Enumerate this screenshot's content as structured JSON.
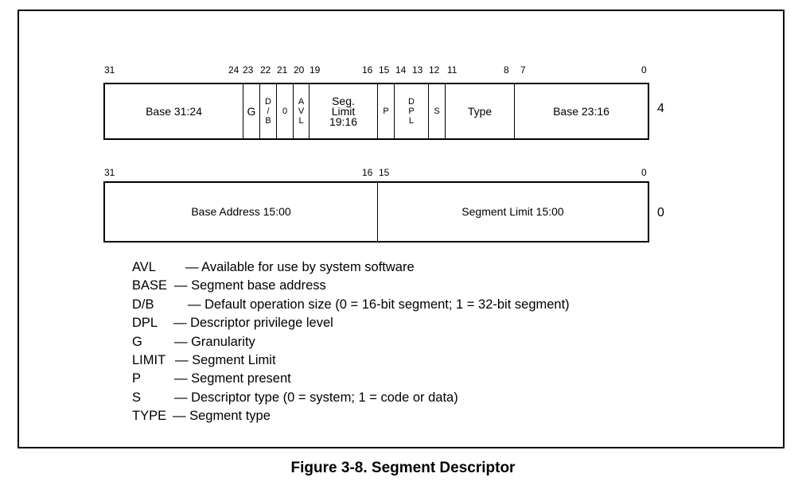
{
  "row1": {
    "bits": {
      "b31": "31",
      "b24": "24",
      "b23": "23",
      "b22": "22",
      "b21": "21",
      "b20": "20",
      "b19": "19",
      "b16": "16",
      "b15": "15",
      "b14": "14",
      "b13": "13",
      "b12": "12",
      "b11": "11",
      "b8": "8",
      "b7": "7",
      "b0": "0"
    },
    "fields": {
      "base_31_24": "Base 31:24",
      "g": "G",
      "db": [
        "D",
        "/",
        "B"
      ],
      "zero": "0",
      "avl": [
        "A",
        "V",
        "L"
      ],
      "seg_limit": [
        "Seg.",
        "Limit",
        "19:16"
      ],
      "p": "P",
      "dpl": [
        "D",
        "P",
        "L"
      ],
      "s": "S",
      "type": "Type",
      "base_23_16": "Base 23:16"
    },
    "offset": "4"
  },
  "row2": {
    "bits": {
      "b31": "31",
      "b16": "16",
      "b15": "15",
      "b0": "0"
    },
    "fields": {
      "base_address": "Base Address 15:00",
      "segment_limit": "Segment Limit 15:00"
    },
    "offset": "0"
  },
  "legend": [
    {
      "key": "AVL",
      "desc": "— Available for use by system software"
    },
    {
      "key": "BASE",
      "desc": "— Segment base address"
    },
    {
      "key": "D/B",
      "desc": "— Default operation size (0 = 16-bit segment; 1 = 32-bit segment)"
    },
    {
      "key": "DPL",
      "desc": "— Descriptor privilege level"
    },
    {
      "key": "G",
      "desc": "— Granularity"
    },
    {
      "key": "LIMIT",
      "desc": "— Segment Limit"
    },
    {
      "key": "P",
      "desc": "— Segment present"
    },
    {
      "key": "S",
      "desc": "— Descriptor type (0 = system; 1 = code or data)"
    },
    {
      "key": "TYPE",
      "desc": "— Segment type"
    }
  ],
  "caption": "Figure 3-8.  Segment Descriptor"
}
